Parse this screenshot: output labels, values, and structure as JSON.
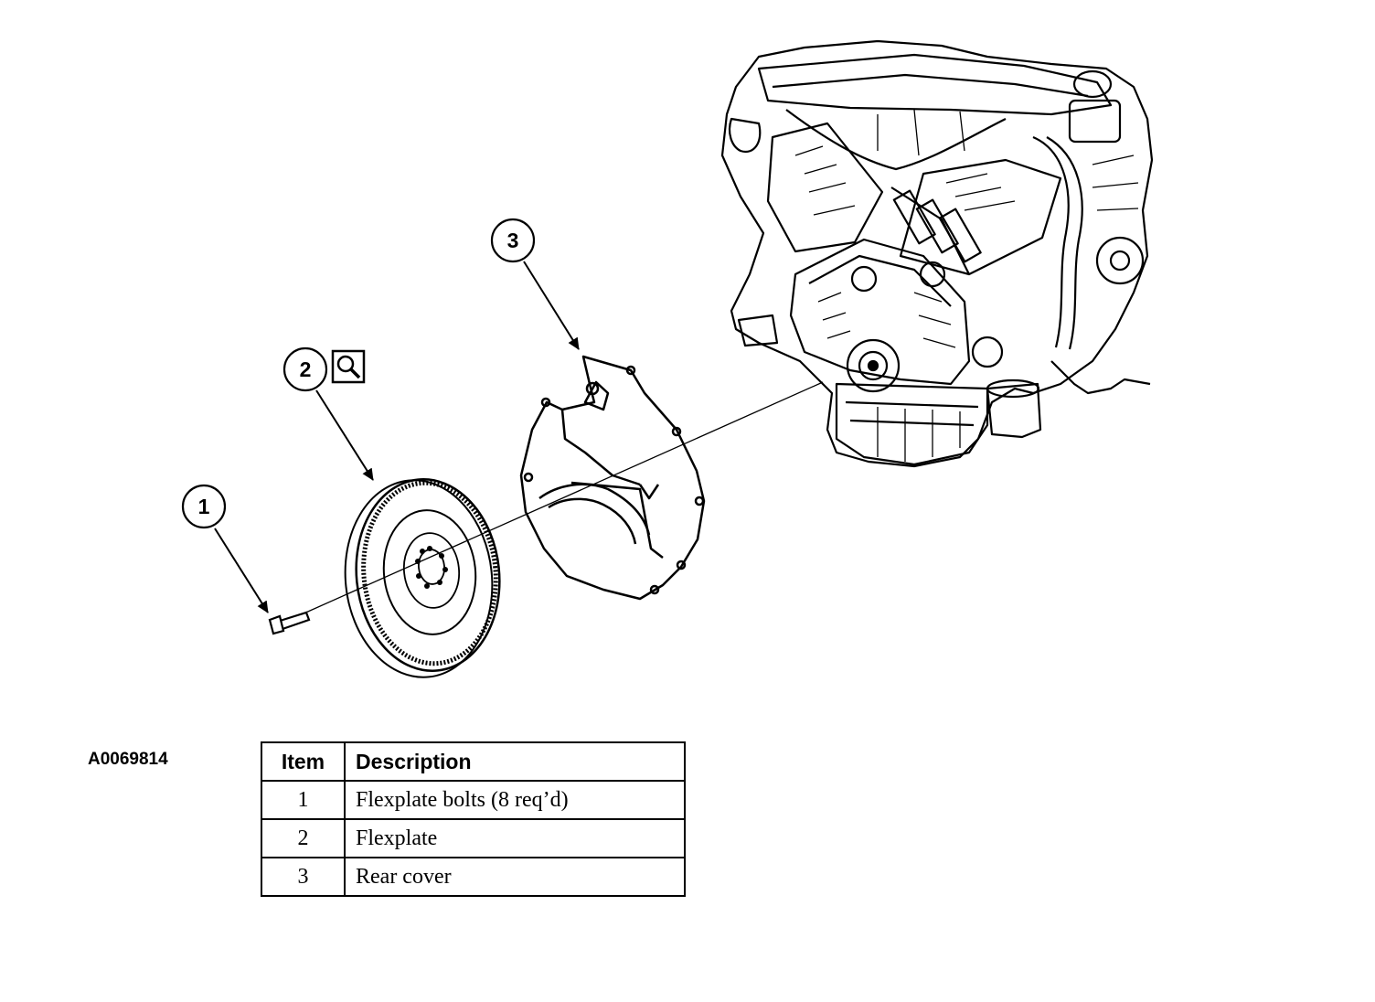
{
  "figure_id": "A0069814",
  "callouts": [
    {
      "number": "1"
    },
    {
      "number": "2"
    },
    {
      "number": "3"
    }
  ],
  "icons": {
    "callout_2_detail": "magnifier-icon"
  },
  "legend": {
    "headers": {
      "item": "Item",
      "description": "Description"
    },
    "rows": [
      {
        "item": "1",
        "description": "Flexplate bolts (8 req’d)"
      },
      {
        "item": "2",
        "description": "Flexplate"
      },
      {
        "item": "3",
        "description": "Rear cover"
      }
    ]
  }
}
